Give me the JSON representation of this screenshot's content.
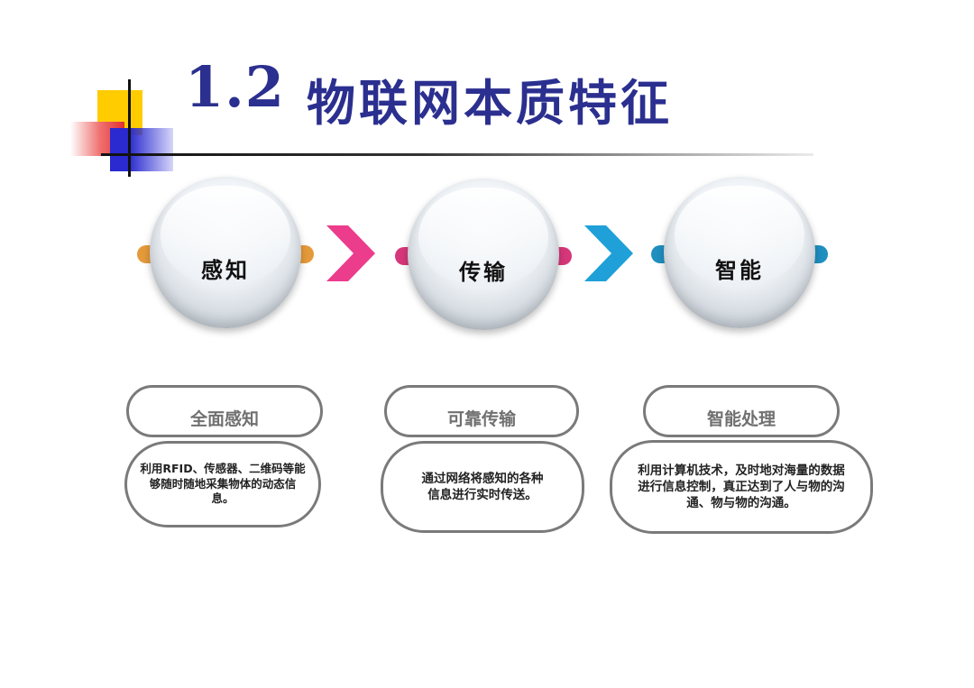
{
  "title": {
    "number": "1.2",
    "text": "物联网本质特征"
  },
  "features": [
    {
      "circle_label": "感知",
      "pill_title": "全面感知",
      "description": "利用RFID、传感器、二维码等能够随时随地采集物体的动态信息。",
      "ring_color": "#e59a3a"
    },
    {
      "circle_label": "传输",
      "pill_title": "可靠传输",
      "description": "通过网络将感知的各种信息进行实时传送。",
      "ring_color": "#d6377a"
    },
    {
      "circle_label": "智能",
      "pill_title": "智能处理",
      "description": "利用计算机技术，及时地对海量的数据进行信息控制，真正达到了人与物的沟通、物与物的沟通。",
      "ring_color": "#1f8fbf"
    }
  ],
  "arrows": [
    {
      "color": "#ec3c8c"
    },
    {
      "color": "#1fa0d8"
    }
  ]
}
